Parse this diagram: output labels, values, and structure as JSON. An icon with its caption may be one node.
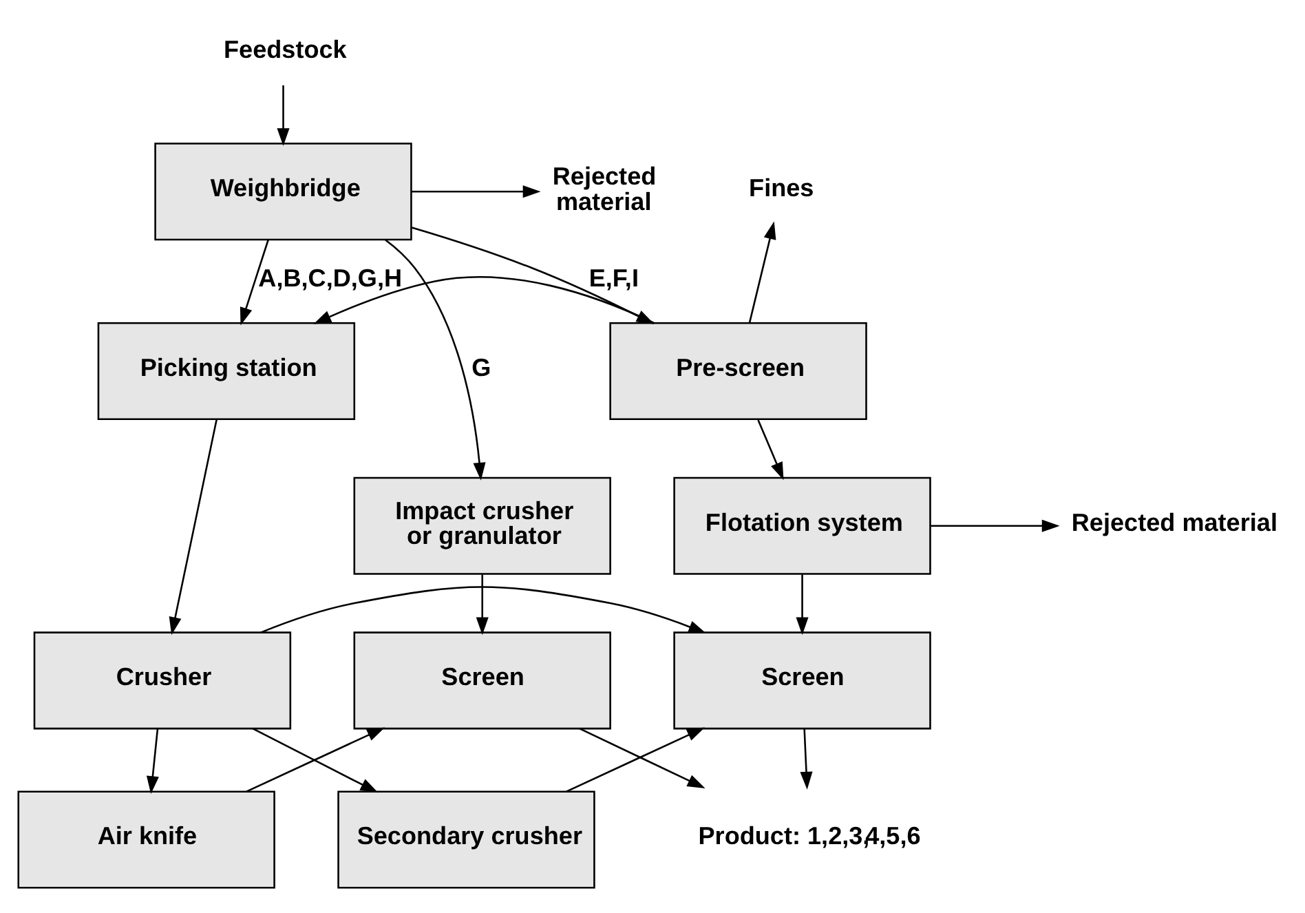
{
  "diagram": {
    "nodes": [
      {
        "text": [
          "Feedstock"
        ]
      },
      {
        "text": [
          "Weighbridge"
        ]
      },
      {
        "text": [
          "Rejected material"
        ]
      },
      {
        "text": [
          "Fines"
        ]
      },
      {
        "text": [
          "Picking station"
        ]
      },
      {
        "text": [
          "Pre-screen"
        ]
      },
      {
        "text": [
          "Impact crusher or granulator"
        ]
      },
      {
        "text": [
          "Flotation system"
        ]
      },
      {
        "text": [
          "Rejected material"
        ]
      },
      {
        "text": [
          "Screen"
        ]
      },
      {
        "text": [
          "Crusher"
        ]
      },
      {
        "text": [
          "Screen"
        ]
      },
      {
        "text": [
          "Air knife"
        ]
      },
      {
        "text": [
          "Secondary crusher"
        ]
      },
      {
        "text": [
          "Product: 1,2,3,**4,5,6**"
        ]
      }
    ],
    "edges": [
      {
        "from": 0,
        "to": 1,
        "arrow": "to"
      },
      {
        "from": 1,
        "to": 2,
        "arrow": "to"
      },
      {
        "from": 1,
        "to": 6,
        "arrow": "to",
        "label": "G"
      },
      {
        "from": 1,
        "to": 4,
        "arrow": "to",
        "label": "A,B,C,D,G,H"
      },
      {
        "from": 1,
        "to": 5,
        "arrow": "to",
        "label": "E,F,I"
      },
      {
        "from": 5,
        "to": 3,
        "arrow": "to"
      },
      {
        "from": 5,
        "to": 4,
        "arrow": "to"
      },
      {
        "from": 5,
        "to": 7,
        "arrow": "to"
      },
      {
        "from": 7,
        "to": 8,
        "arrow": "to"
      },
      {
        "from": 7,
        "to": 11,
        "arrow": "to"
      },
      {
        "from": 6,
        "to": 9,
        "arrow": "to"
      },
      {
        "from": 4,
        "to": 10,
        "arrow": "to"
      },
      {
        "from": 10,
        "to": 11,
        "arrow": "to"
      },
      {
        "from": 10,
        "to": 12,
        "arrow": "to"
      },
      {
        "from": 10,
        "to": 13,
        "arrow": "to"
      },
      {
        "from": 12,
        "to": 9,
        "arrow": "to"
      },
      {
        "from": 13,
        "to": 11,
        "arrow": "to"
      },
      {
        "from": 9,
        "to": 14,
        "arrow": "to"
      },
      {
        "from": 11,
        "to": 14,
        "arrow": "to"
      }
    ]
  }
}
